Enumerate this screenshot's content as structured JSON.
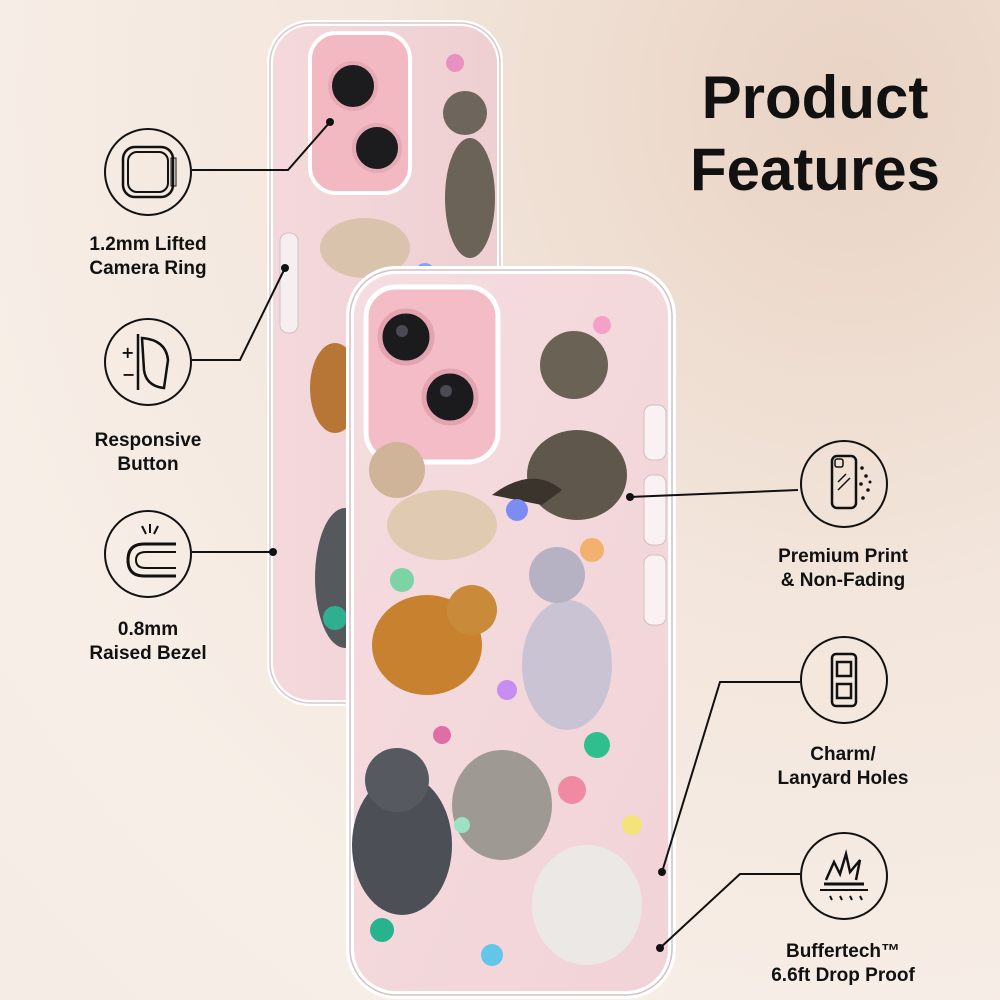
{
  "title": {
    "line1": "Product",
    "line2": "Features"
  },
  "features_left": [
    {
      "icon": "camera-ring-icon",
      "label_line1": "1.2mm Lifted",
      "label_line2": "Camera Ring"
    },
    {
      "icon": "button-press-icon",
      "label_line1": "Responsive",
      "label_line2": "Button"
    },
    {
      "icon": "raised-bezel-icon",
      "label_line1": "0.8mm",
      "label_line2": "Raised Bezel"
    }
  ],
  "features_right": [
    {
      "icon": "print-sparkle-icon",
      "label_line1": "Premium Print",
      "label_line2": "& Non-Fading"
    },
    {
      "icon": "lanyard-holes-icon",
      "label_line1": "Charm/",
      "label_line2": "Lanyard Holes"
    },
    {
      "icon": "shock-absorb-icon",
      "label_line1": "Buffertech™",
      "label_line2": "6.6ft Drop Proof"
    }
  ],
  "colors": {
    "text": "#111111",
    "phone_pink": "#f1c7cf",
    "case_clear": "#ffffff"
  }
}
